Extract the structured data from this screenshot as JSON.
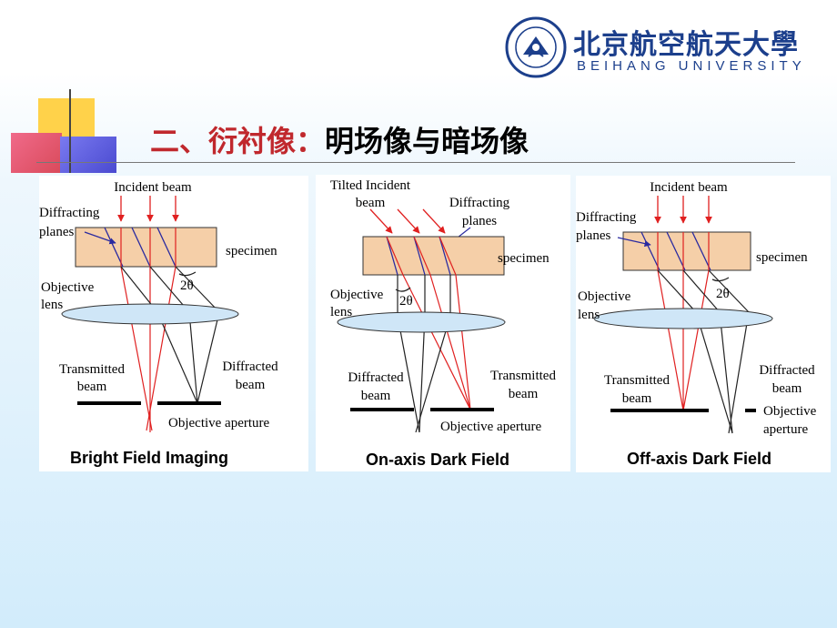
{
  "header": {
    "university_cn": "北京航空航天大學",
    "university_en": "BEIHANG UNIVERSITY",
    "title_part1": "二、衍衬像：",
    "title_part2": "明场像与暗场像"
  },
  "panels": [
    {
      "caption": "Bright Field Imaging",
      "labels": {
        "incident": "Incident beam",
        "diffracting": "Diffracting",
        "planes": "planes",
        "specimen": "specimen",
        "objective": "Objective",
        "lens": "lens",
        "angle": "2θ",
        "transmitted": "Transmitted",
        "transmitted_beam": "beam",
        "diffracted": "Diffracted",
        "diffracted_beam": "beam",
        "aperture": "Objective aperture"
      }
    },
    {
      "caption": "On-axis Dark Field",
      "labels": {
        "incident": "Tilted Incident",
        "incident2": "beam",
        "diffracting": "Diffracting",
        "planes": "planes",
        "specimen": "specimen",
        "objective": "Objective",
        "lens": "lens",
        "angle": "2θ",
        "diffracted": "Diffracted",
        "diffracted_beam": "beam",
        "transmitted": "Transmitted",
        "transmitted_beam": "beam",
        "aperture": "Objective aperture"
      }
    },
    {
      "caption": "Off-axis Dark Field",
      "labels": {
        "incident": "Incident beam",
        "diffracting": "Diffracting",
        "planes": "planes",
        "specimen": "specimen",
        "objective": "Objective",
        "lens": "lens",
        "angle": "2θ",
        "transmitted": "Transmitted",
        "transmitted_beam": "beam",
        "diffracted": "Diffracted",
        "diffracted_beam": "beam",
        "aperture": "Objective",
        "aperture2": "aperture"
      }
    }
  ],
  "colors": {
    "brand_blue": "#1c3f8c",
    "title_red": "#c0282d",
    "beam_red": "#e02020",
    "plane_blue": "#2a2aa0",
    "specimen_fill": "#f5cfa8",
    "lens_fill": "#cfe6f7"
  }
}
